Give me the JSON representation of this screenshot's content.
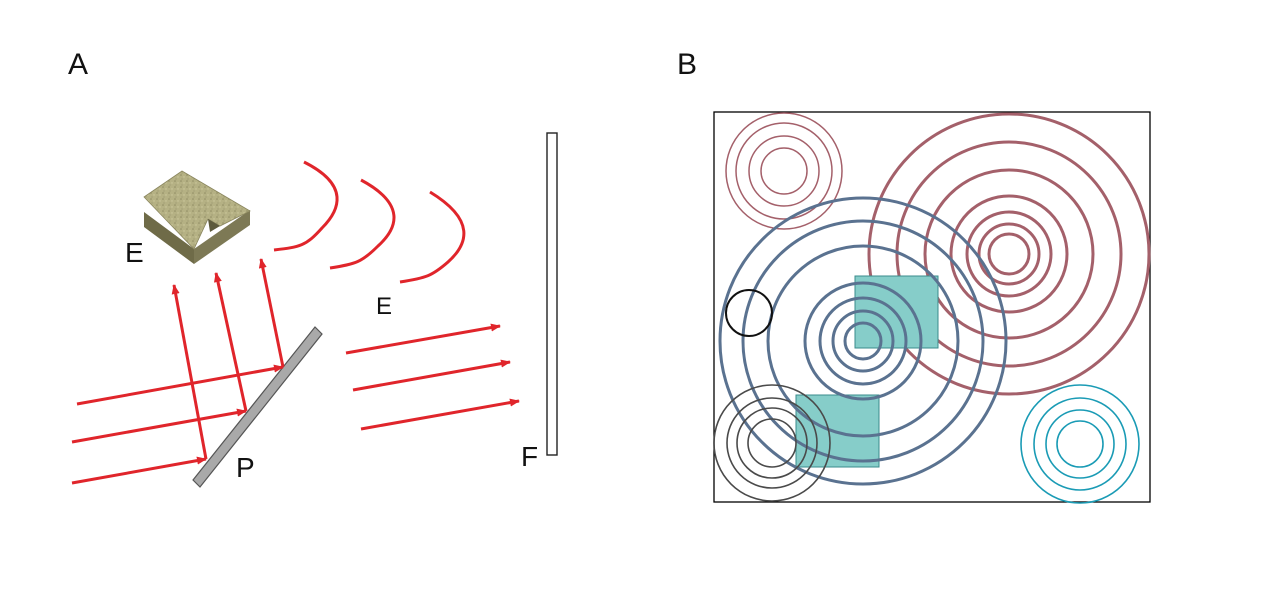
{
  "panel_a": {
    "label": "A",
    "object_label": "E",
    "wave_label": "E",
    "plate_label": "P",
    "film_label": "F"
  },
  "panel_b": {
    "label": "B"
  },
  "colors": {
    "ray": "#e0252b",
    "plate_fill": "#a9a9a9",
    "object_top": "#b5b184",
    "object_side": "#6f6b48",
    "ring_rose": "#a4606a",
    "ring_slate": "#5a7290",
    "ring_charcoal": "#4a4a4a",
    "ring_cyan": "#1a9bb5",
    "square_fill": "#86cdc9"
  }
}
